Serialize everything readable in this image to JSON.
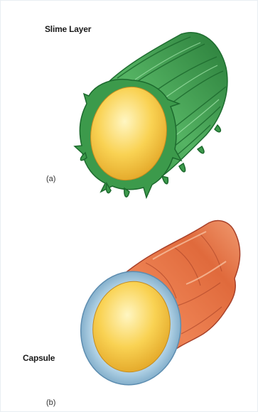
{
  "figure": {
    "panels": [
      {
        "letter": "(a)",
        "label": "Slime Layer",
        "colors": {
          "layer": "#3aa04a",
          "layer_dark": "#1f7a34",
          "layer_light": "#7cc98a",
          "cell": "#f7c948",
          "cell_light": "#fff3b0"
        }
      },
      {
        "letter": "(b)",
        "label": "Capsule",
        "colors": {
          "body": "#e36a3a",
          "body_dark": "#b8442a",
          "body_light": "#f4a27a",
          "capsule_ring": "#9cc3db",
          "cell": "#f7c948",
          "cell_light": "#fff3b0"
        }
      }
    ]
  }
}
